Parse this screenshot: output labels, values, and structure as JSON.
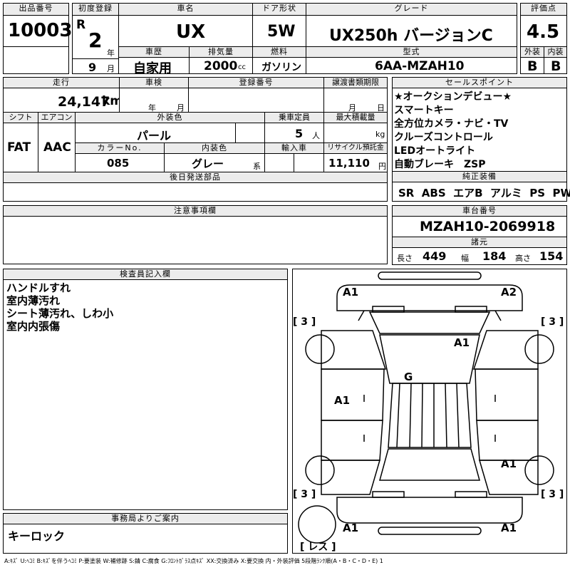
{
  "header": {
    "lot_label": "出品番号",
    "lot_no": "10003",
    "first_reg_label": "初度登録",
    "era": "R",
    "year_value": "2",
    "year_unit": "年",
    "month_value": "9",
    "month_unit": "月",
    "car_name_label": "車名",
    "car_name": "UX",
    "door_label": "ドア形状",
    "door": "5W",
    "grade_label": "グレード",
    "grade": "UX250h バージョンC",
    "score_label": "評価点",
    "score": "4.5",
    "history_label": "車歴",
    "history": "自家用",
    "displacement_label": "排気量",
    "displacement": "2000",
    "displacement_unit": "cc",
    "fuel_label": "燃料",
    "fuel": "ガソリン",
    "model_label": "型式",
    "model": "6AA-MZAH10",
    "ext_label": "外装",
    "ext": "B",
    "int_label": "内装",
    "int": "B"
  },
  "row2": {
    "mileage_label": "走行",
    "mileage": "24,147",
    "mileage_unit": "km",
    "inspection_label": "車検",
    "insp_year_unit": "年",
    "insp_month_unit": "月",
    "reg_label": "登録番号",
    "transfer_label": "譲渡書類期限",
    "transfer_month_unit": "月",
    "transfer_day_unit": "日",
    "shift_label": "シフト",
    "shift": "FAT",
    "ac_label": "エアコン",
    "ac": "AAC",
    "color_label": "外装色",
    "color": "パール",
    "capacity_label": "乗車定員",
    "capacity": "5",
    "capacity_unit": "人",
    "maxload_label": "最大積載量",
    "maxload_unit": "kg",
    "color_no_label": "カラーNo.",
    "color_no": "085",
    "interior_color_label": "内装色",
    "interior_color": "グレー",
    "interior_unit": "系",
    "import_label": "輸入車",
    "recycle_label": "リサイクル預託金",
    "recycle": "11,110",
    "recycle_unit": "円"
  },
  "sales_point": {
    "label": "セールスポイント",
    "items": [
      "★オークションデビュー★",
      "スマートキー",
      "全方位カメラ・ナビ・TV",
      "クルーズコントロール",
      "LEDオートライト",
      "自動ブレーキ　ZSP"
    ]
  },
  "equipment": {
    "label": "純正装備",
    "value": "SR  ABS  エアB  アルミ  PS  PW"
  },
  "later_parts": {
    "label": "後日発送部品"
  },
  "notes": {
    "label": "注意事項欄"
  },
  "chassis": {
    "label": "車台番号",
    "value": "MZAH10-2069918"
  },
  "specs": {
    "label": "諸元",
    "length_label": "長さ",
    "length": "449",
    "width_label": "幅",
    "width": "184",
    "height_label": "高さ",
    "height": "154"
  },
  "inspector": {
    "label": "検査員記入欄",
    "lines": [
      "ハンドルすれ",
      "室内薄汚れ",
      "シート薄汚れ、しわ小",
      "室内内張傷"
    ]
  },
  "office": {
    "label": "事務局よりご案内",
    "value": "キーロック"
  },
  "diagram": {
    "marks": [
      "A1",
      "A2",
      "A1",
      "G",
      "A1",
      "A1",
      "A1",
      "A1"
    ],
    "tire_marks": [
      "[ 3 ]",
      "[ 3 ]",
      "[ 3 ]",
      "[ 3 ]"
    ],
    "spare": "[ レス ]"
  },
  "legend": "A:ｷｽﾞ U:ﾍｺﾐ B:ｷｽﾞを伴うﾍｺﾐ P:要塗装 W:補修跡 S:錆 C:腐食 G:ﾌﾛﾝﾄｶﾞﾗｽ点ｷｽﾞ XX:交換済み X:要交換 内・外装評価 5段階ﾗﾝｸ順(A・B・C・D・E) 1"
}
